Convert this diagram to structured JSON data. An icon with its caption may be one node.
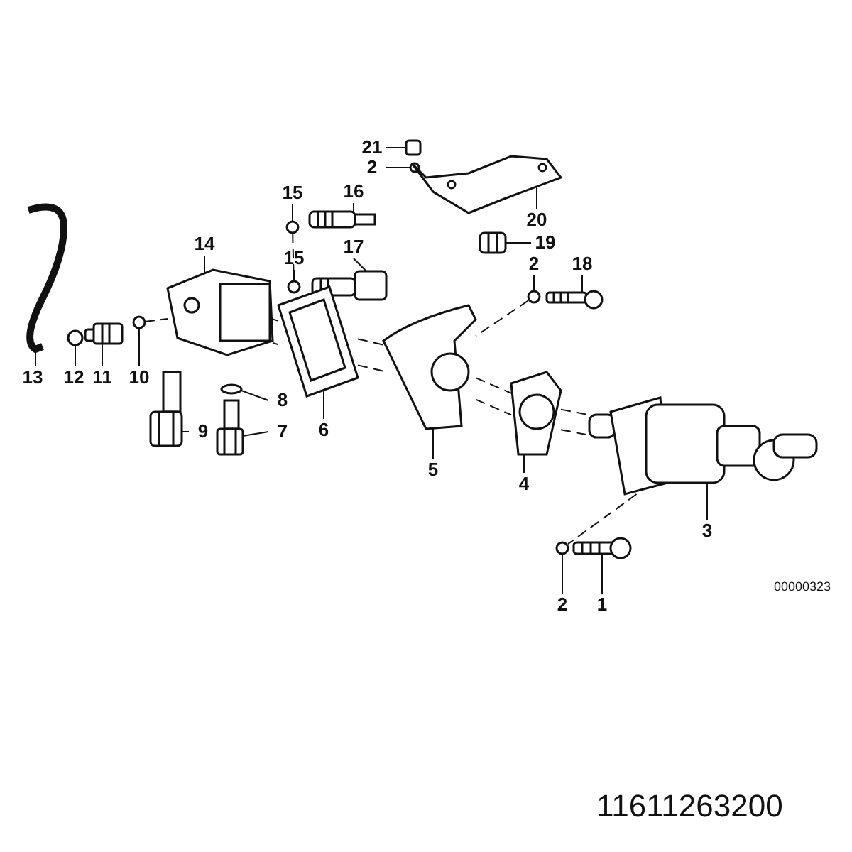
{
  "diagram": {
    "nodes": [
      {
        "text": [
          "21"
        ]
      },
      {
        "text": [
          "2"
        ]
      },
      {
        "text": [
          "15"
        ]
      },
      {
        "text": [
          "16"
        ]
      },
      {
        "text": [
          "14"
        ]
      },
      {
        "text": [
          "17"
        ]
      },
      {
        "text": [
          "15"
        ]
      },
      {
        "text": [
          "20"
        ]
      },
      {
        "text": [
          "19"
        ]
      },
      {
        "text": [
          "2"
        ]
      },
      {
        "text": [
          "18"
        ]
      },
      {
        "text": [
          "13"
        ]
      },
      {
        "text": [
          "12"
        ]
      },
      {
        "text": [
          "11"
        ]
      },
      {
        "text": [
          "10"
        ]
      },
      {
        "text": [
          "8"
        ]
      },
      {
        "text": [
          "6"
        ]
      },
      {
        "text": [
          "9"
        ]
      },
      {
        "text": [
          "7"
        ]
      },
      {
        "text": [
          "5"
        ]
      },
      {
        "text": [
          "4"
        ]
      },
      {
        "text": [
          "3"
        ]
      },
      {
        "text": [
          "2"
        ]
      },
      {
        "text": [
          "1"
        ]
      },
      {
        "text": [],
        "shape": "box"
      },
      {
        "text": [],
        "shape": "circle"
      },
      {
        "text": [],
        "shape": "circle"
      },
      {
        "text": [],
        "shape": "picture"
      },
      {
        "text": [],
        "shape": "picture"
      },
      {
        "text": [],
        "shape": "picture"
      },
      {
        "text": [],
        "shape": "circle"
      },
      {
        "text": [],
        "shape": "picture"
      },
      {
        "text": [],
        "shape": "picture"
      },
      {
        "text": [],
        "shape": "circle"
      },
      {
        "text": [],
        "shape": "picture"
      },
      {
        "text": [],
        "shape": "picture"
      },
      {
        "text": [],
        "shape": "circle"
      },
      {
        "text": [],
        "shape": "picture"
      },
      {
        "text": [],
        "shape": "circle"
      },
      {
        "text": [],
        "shape": "circle"
      },
      {
        "text": [],
        "shape": "picture"
      },
      {
        "text": [],
        "shape": "picture"
      },
      {
        "text": [],
        "shape": "picture"
      },
      {
        "text": [],
        "shape": "picture"
      },
      {
        "text": [],
        "shape": "picture"
      },
      {
        "text": [],
        "shape": "picture"
      },
      {
        "text": [],
        "shape": "circle"
      },
      {
        "text": [],
        "shape": "picture"
      }
    ],
    "edges": [
      {
        "from": 0,
        "to": 24,
        "arrow": "none"
      },
      {
        "from": 1,
        "to": 25,
        "arrow": "none"
      },
      {
        "from": 2,
        "to": 26,
        "arrow": "none"
      },
      {
        "from": 3,
        "to": 27,
        "arrow": "none"
      },
      {
        "from": 4,
        "to": 28,
        "arrow": "none"
      },
      {
        "from": 5,
        "to": 29,
        "arrow": "none"
      },
      {
        "from": 6,
        "to": 30,
        "arrow": "none"
      },
      {
        "from": 7,
        "to": 31,
        "arrow": "none"
      },
      {
        "from": 8,
        "to": 32,
        "arrow": "none"
      },
      {
        "from": 9,
        "to": 33,
        "arrow": "none"
      },
      {
        "from": 10,
        "to": 34,
        "arrow": "none"
      },
      {
        "from": 11,
        "to": 35,
        "arrow": "none"
      },
      {
        "from": 12,
        "to": 36,
        "arrow": "none"
      },
      {
        "from": 13,
        "to": 37,
        "arrow": "none"
      },
      {
        "from": 14,
        "to": 38,
        "arrow": "none"
      },
      {
        "from": 15,
        "to": 39,
        "arrow": "none"
      },
      {
        "from": 16,
        "to": 40,
        "arrow": "none"
      },
      {
        "from": 17,
        "to": 41,
        "arrow": "none"
      },
      {
        "from": 18,
        "to": 42,
        "arrow": "none"
      },
      {
        "from": 19,
        "to": 43,
        "arrow": "none"
      },
      {
        "from": 20,
        "to": 44,
        "arrow": "none"
      },
      {
        "from": 21,
        "to": 45,
        "arrow": "none"
      },
      {
        "from": 22,
        "to": 46,
        "arrow": "none"
      },
      {
        "from": 23,
        "to": 47,
        "arrow": "none"
      },
      {
        "from": 38,
        "to": 28,
        "arrow": "none",
        "style": "dashed"
      },
      {
        "from": 28,
        "to": 40,
        "arrow": "none",
        "style": "dashed"
      },
      {
        "from": 28,
        "to": 40,
        "arrow": "none",
        "style": "dashed"
      },
      {
        "from": 40,
        "to": 43,
        "arrow": "none",
        "style": "dashed"
      },
      {
        "from": 40,
        "to": 43,
        "arrow": "none",
        "style": "dashed"
      },
      {
        "from": 43,
        "to": 44,
        "arrow": "none",
        "style": "dashed"
      },
      {
        "from": 43,
        "to": 44,
        "arrow": "none",
        "style": "dashed"
      },
      {
        "from": 44,
        "to": 45,
        "arrow": "none",
        "style": "dashed"
      },
      {
        "from": 44,
        "to": 45,
        "arrow": "none",
        "style": "dashed"
      },
      {
        "from": 33,
        "to": 43,
        "arrow": "none",
        "style": "dashed"
      },
      {
        "from": 45,
        "to": 46,
        "arrow": "none",
        "style": "dashed"
      },
      {
        "from": 26,
        "to": 30,
        "arrow": "none",
        "style": "dashed"
      }
    ],
    "labels": [
      "00000323",
      "11611263200"
    ]
  }
}
